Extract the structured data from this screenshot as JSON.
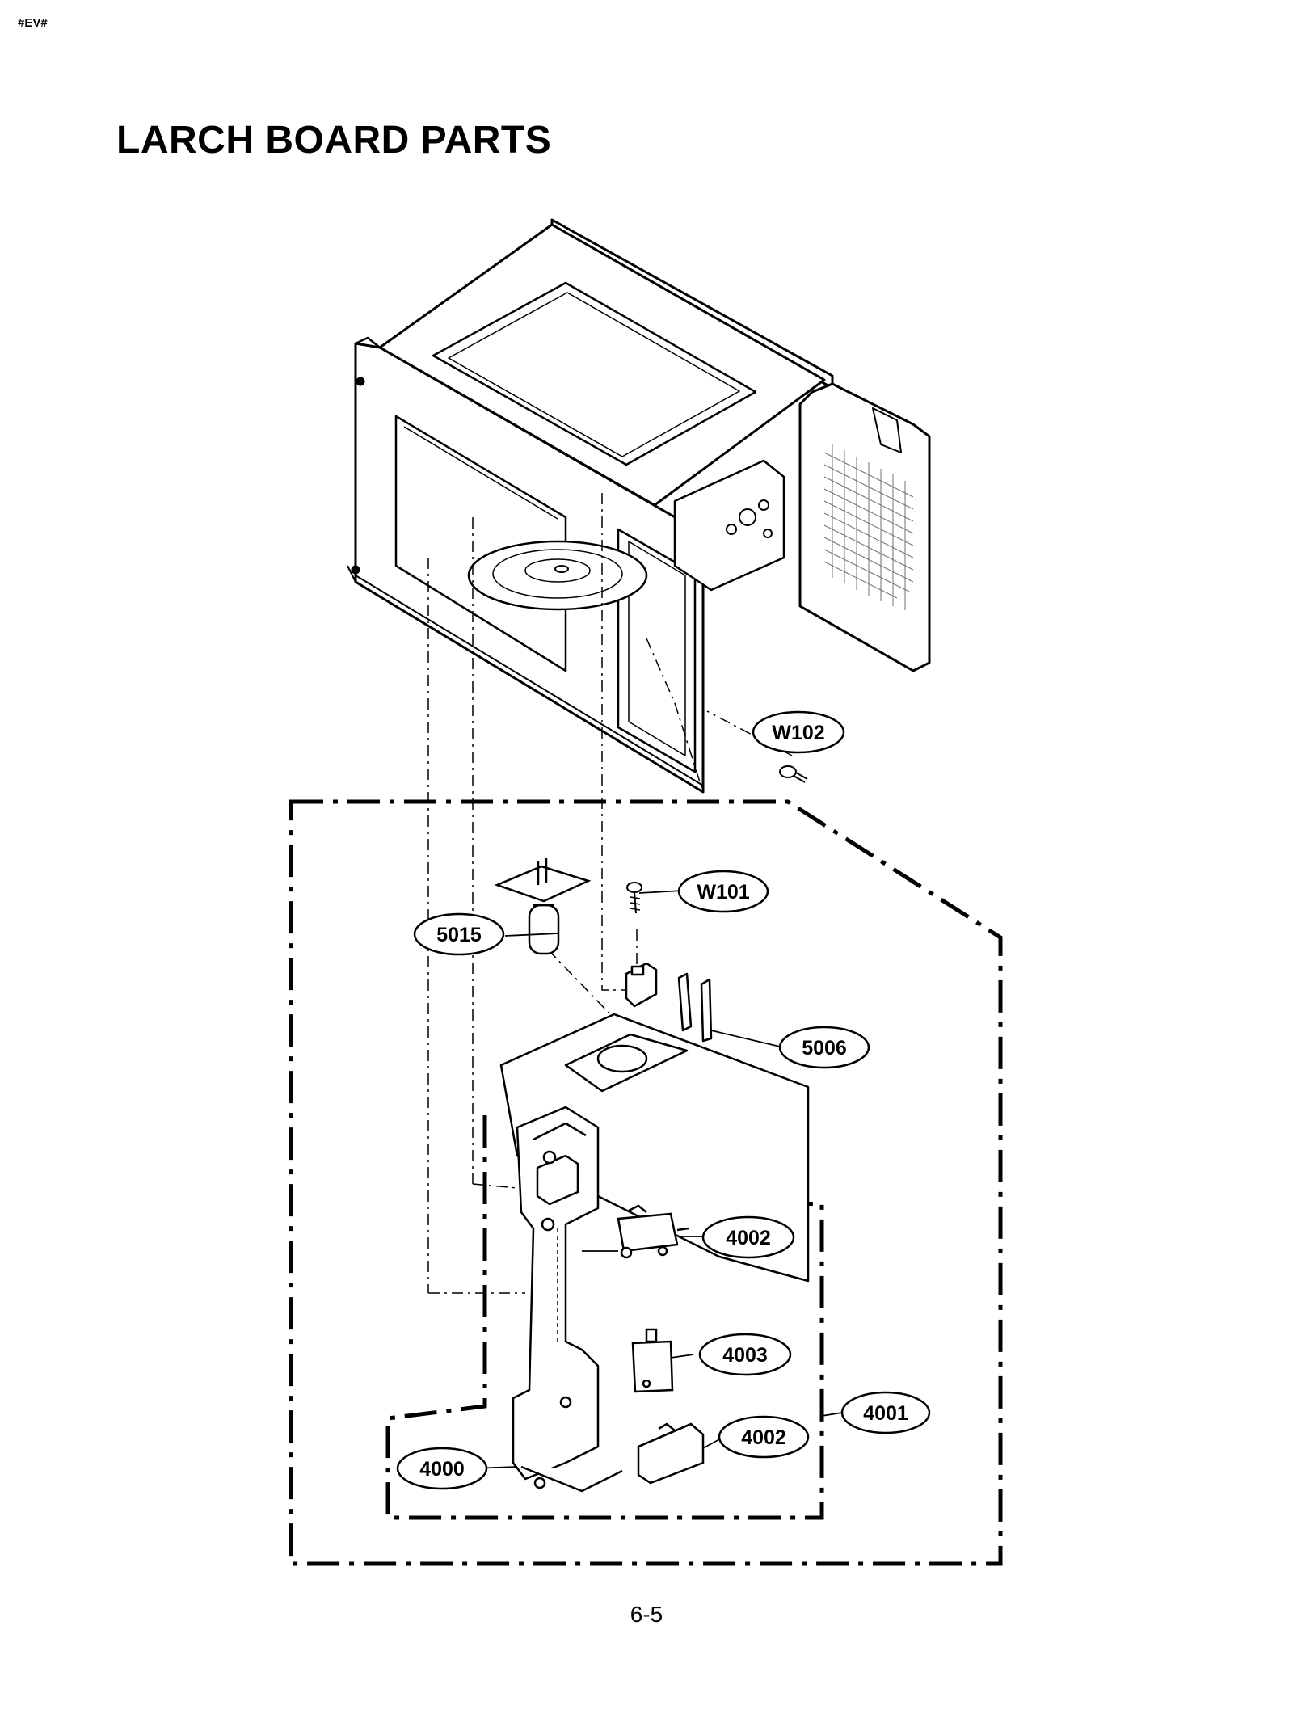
{
  "header": {
    "doc_code": "#EV#"
  },
  "title": "LARCH BOARD PARTS",
  "page_number": "6-5",
  "callouts": {
    "w102": "W102",
    "w101": "W101",
    "p5015": "5015",
    "p5006": "5006",
    "p4002a": "4002",
    "p4003": "4003",
    "p4001": "4001",
    "p4002b": "4002",
    "p4000": "4000"
  }
}
